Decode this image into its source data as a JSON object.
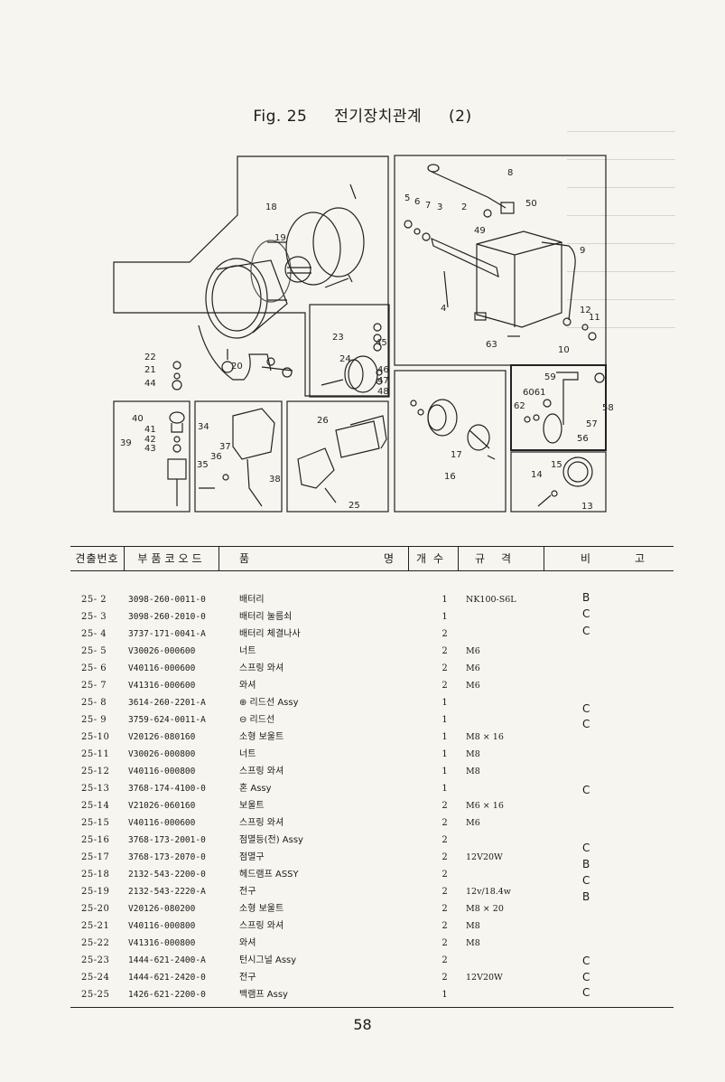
{
  "header": {
    "fig": "Fig. 25",
    "title": "전기장치관계",
    "part": "(2)"
  },
  "diagram": {
    "callouts": [
      "18",
      "19",
      "20",
      "22",
      "21",
      "44",
      "23",
      "24",
      "45",
      "46",
      "47",
      "48",
      "5",
      "6",
      "7",
      "3",
      "2",
      "8",
      "50",
      "49",
      "9",
      "4",
      "12",
      "11",
      "10",
      "63",
      "59",
      "6061",
      "62",
      "58",
      "57",
      "56",
      "40",
      "41",
      "42",
      "39",
      "43",
      "34",
      "37",
      "36",
      "35",
      "38",
      "26",
      "25",
      "17",
      "16",
      "14",
      "15",
      "13"
    ]
  },
  "table": {
    "headers": {
      "no": "견출번호",
      "code": "부품코오드",
      "name_left": "품",
      "name_right": "명",
      "qty": "개수",
      "spec": "규격",
      "remark_left": "비",
      "remark_right": "고"
    },
    "rows": [
      {
        "no": "25- 2",
        "code": "3098-260-0011-0",
        "name": "배터리",
        "qty": "1",
        "spec": "NK100-S6L"
      },
      {
        "no": "25- 3",
        "code": "3098-260-2010-0",
        "name": "배터리 눌름쇠",
        "qty": "1",
        "spec": ""
      },
      {
        "no": "25- 4",
        "code": "3737-171-0041-A",
        "name": "배터리 체결나사",
        "qty": "2",
        "spec": ""
      },
      {
        "no": "25- 5",
        "code": "V30026-000600",
        "name": "너트",
        "qty": "2",
        "spec": "M6"
      },
      {
        "no": "25- 6",
        "code": "V40116-000600",
        "name": "스프링 와셔",
        "qty": "2",
        "spec": "M6"
      },
      {
        "no": "25- 7",
        "code": "V41316-000600",
        "name": "와셔",
        "qty": "2",
        "spec": "M6"
      },
      {
        "no": "25- 8",
        "code": "3614-260-2201-A",
        "name": "⊕ 리드선 Assy",
        "qty": "1",
        "spec": ""
      },
      {
        "no": "25- 9",
        "code": "3759-624-0011-A",
        "name": "⊖ 리드선",
        "qty": "1",
        "spec": ""
      },
      {
        "no": "25-10",
        "code": "V20126-080160",
        "name": "소형 보울트",
        "qty": "1",
        "spec": "M8 × 16"
      },
      {
        "no": "25-11",
        "code": "V30026-000800",
        "name": "너트",
        "qty": "1",
        "spec": "M8"
      },
      {
        "no": "25-12",
        "code": "V40116-000800",
        "name": "스프링 와셔",
        "qty": "1",
        "spec": "M8"
      },
      {
        "no": "25-13",
        "code": "3768-174-4100-0",
        "name": "혼 Assy",
        "qty": "1",
        "spec": ""
      },
      {
        "no": "25-14",
        "code": "V21026-060160",
        "name": "보울트",
        "qty": "2",
        "spec": "M6 × 16"
      },
      {
        "no": "25-15",
        "code": "V40116-000600",
        "name": "스프링 와셔",
        "qty": "2",
        "spec": "M6"
      },
      {
        "no": "25-16",
        "code": "3768-173-2001-0",
        "name": "점멸등(전) Assy",
        "qty": "2",
        "spec": ""
      },
      {
        "no": "25-17",
        "code": "3768-173-2070-0",
        "name": "점멸구",
        "qty": "2",
        "spec": "12V20W"
      },
      {
        "no": "25-18",
        "code": "2132-543-2200-0",
        "name": "헤드램프 ASSY",
        "qty": "2",
        "spec": ""
      },
      {
        "no": "25-19",
        "code": "2132-543-2220-A",
        "name": "전구",
        "qty": "2",
        "spec": "12v/18.4w"
      },
      {
        "no": "25-20",
        "code": "V20126-080200",
        "name": "소형 보울트",
        "qty": "2",
        "spec": "M8 × 20"
      },
      {
        "no": "25-21",
        "code": "V40116-000800",
        "name": "스프링 와셔",
        "qty": "2",
        "spec": "M8"
      },
      {
        "no": "25-22",
        "code": "V41316-000800",
        "name": "와셔",
        "qty": "2",
        "spec": "M8"
      },
      {
        "no": "25-23",
        "code": "1444-621-2400-A",
        "name": "턴시그널 Assy",
        "qty": "2",
        "spec": ""
      },
      {
        "no": "25-24",
        "code": "1444-621-2420-0",
        "name": "전구",
        "qty": "2",
        "spec": "12V20W"
      },
      {
        "no": "25-25",
        "code": "1426-621-2200-0",
        "name": "백램프 Assy",
        "qty": "1",
        "spec": ""
      }
    ],
    "remarks": [
      {
        "text": "B",
        "row": 0
      },
      {
        "text": "C",
        "row": 0.95
      },
      {
        "text": "C",
        "row": 1.95
      },
      {
        "text": "C",
        "row": 6.45
      },
      {
        "text": "C",
        "row": 7.35
      },
      {
        "text": "C",
        "row": 11.2
      },
      {
        "text": "C",
        "row": 14.6
      },
      {
        "text": "B",
        "row": 15.55
      },
      {
        "text": "C",
        "row": 16.45
      },
      {
        "text": "B",
        "row": 17.4
      },
      {
        "text": "C",
        "row": 21.15
      },
      {
        "text": "C",
        "row": 22.1
      },
      {
        "text": "C",
        "row": 23.0
      }
    ]
  },
  "footer": {
    "page": "58"
  }
}
